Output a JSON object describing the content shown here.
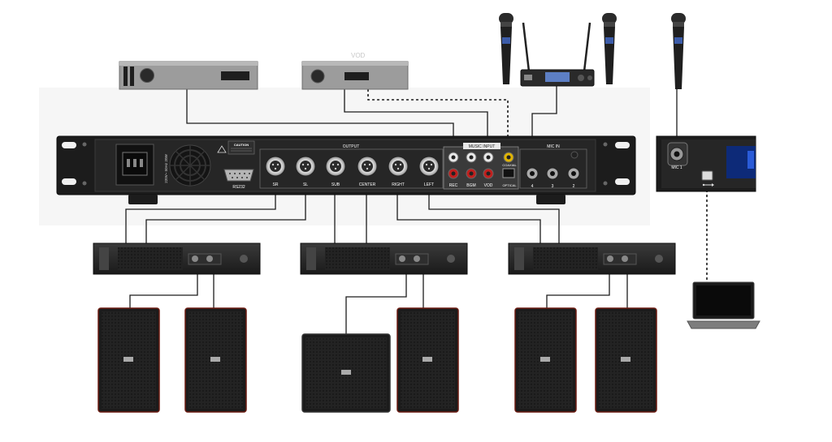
{
  "diagram": {
    "rear_panel": {
      "caution_label": "CAUTION",
      "power_label": "220V~ 50Hz 20W",
      "rs232_label": "RS232",
      "output_group_label": "OUTPUT",
      "outputs": [
        "SR",
        "SL",
        "SUB",
        "CENTER",
        "RIGHT",
        "LEFT"
      ],
      "music_input_label": "MUSIC INPUT",
      "rca_labels": [
        "REC",
        "BGM",
        "VOD"
      ],
      "coaxial_label": "COAXIAL",
      "optical_label": "OPTICAL",
      "mic_in_label": "MIC IN",
      "mic_numbers": [
        "4",
        "3",
        "2"
      ]
    },
    "front_panel": {
      "mic_label": "MIC 1",
      "usb_icon": "usb-icon"
    },
    "sources": {
      "vod_label": "VOD"
    },
    "icons": {
      "microphone": "microphone-icon",
      "receiver": "wireless-receiver-icon",
      "laptop": "laptop-icon",
      "speaker": "speaker-icon",
      "amplifier": "amplifier-icon"
    },
    "colors": {
      "device_grey": "#9a9a9a",
      "panel_black": "#1e1e1e",
      "rca_red": "#c0201e",
      "rca_white": "#e8e8e8",
      "rca_yellow": "#e0b400"
    }
  }
}
